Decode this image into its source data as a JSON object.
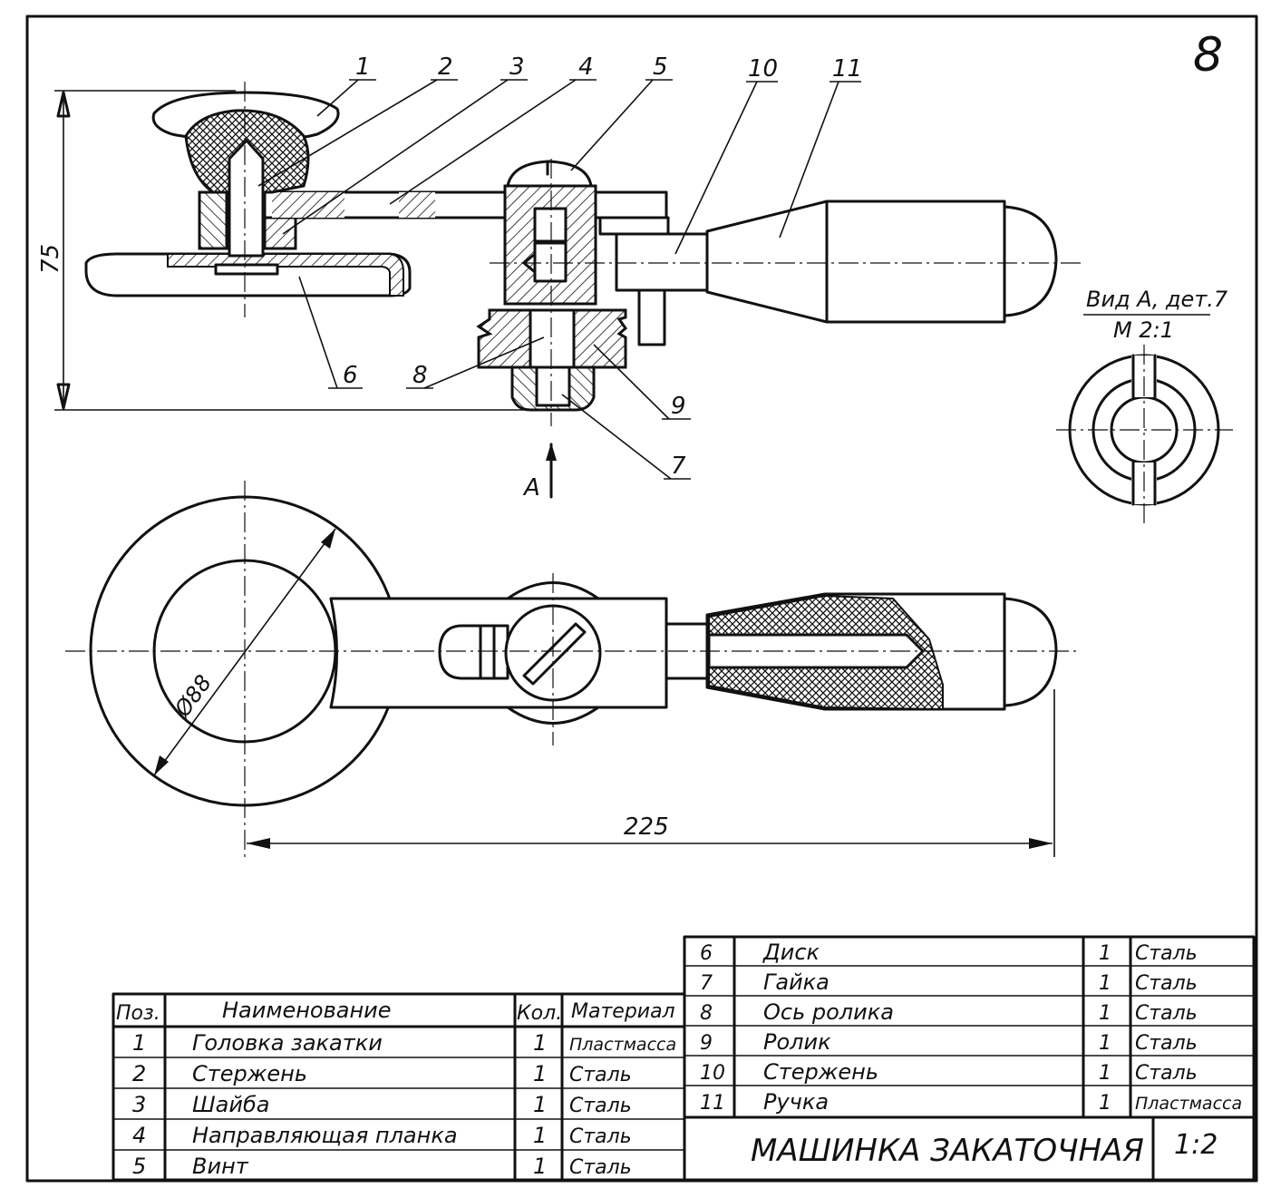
{
  "sheet": {
    "number": "8"
  },
  "callouts": [
    "1",
    "2",
    "3",
    "4",
    "5",
    "6",
    "7",
    "8",
    "9",
    "10",
    "11"
  ],
  "dimensions": {
    "height": "75",
    "length": "225",
    "diameter": "Ø88"
  },
  "view_arrow": "A",
  "detail_view": {
    "title": "Вид А, дет.7",
    "scale": "М 2:1"
  },
  "parts_table": {
    "headers": {
      "pos": "Поз.",
      "name": "Наименование",
      "qty": "Кол.",
      "material": "Материал"
    },
    "left_rows": [
      {
        "pos": "1",
        "name": "Головка закатки",
        "qty": "1",
        "material": "Пластмасса"
      },
      {
        "pos": "2",
        "name": "Стержень",
        "qty": "1",
        "material": "Сталь"
      },
      {
        "pos": "3",
        "name": "Шайба",
        "qty": "1",
        "material": "Сталь"
      },
      {
        "pos": "4",
        "name": "Направляющая планка",
        "qty": "1",
        "material": "Сталь"
      },
      {
        "pos": "5",
        "name": "Винт",
        "qty": "1",
        "material": "Сталь"
      }
    ],
    "right_rows": [
      {
        "pos": "6",
        "name": "Диск",
        "qty": "1",
        "material": "Сталь"
      },
      {
        "pos": "7",
        "name": "Гайка",
        "qty": "1",
        "material": "Сталь"
      },
      {
        "pos": "8",
        "name": "Ось ролика",
        "qty": "1",
        "material": "Сталь"
      },
      {
        "pos": "9",
        "name": "Ролик",
        "qty": "1",
        "material": "Сталь"
      },
      {
        "pos": "10",
        "name": "Стержень",
        "qty": "1",
        "material": "Сталь"
      },
      {
        "pos": "11",
        "name": "Ручка",
        "qty": "1",
        "material": "Пластмасса"
      }
    ]
  },
  "title_block": {
    "title": "МАШИНКА ЗАКАТОЧНАЯ",
    "scale": "1:2"
  }
}
